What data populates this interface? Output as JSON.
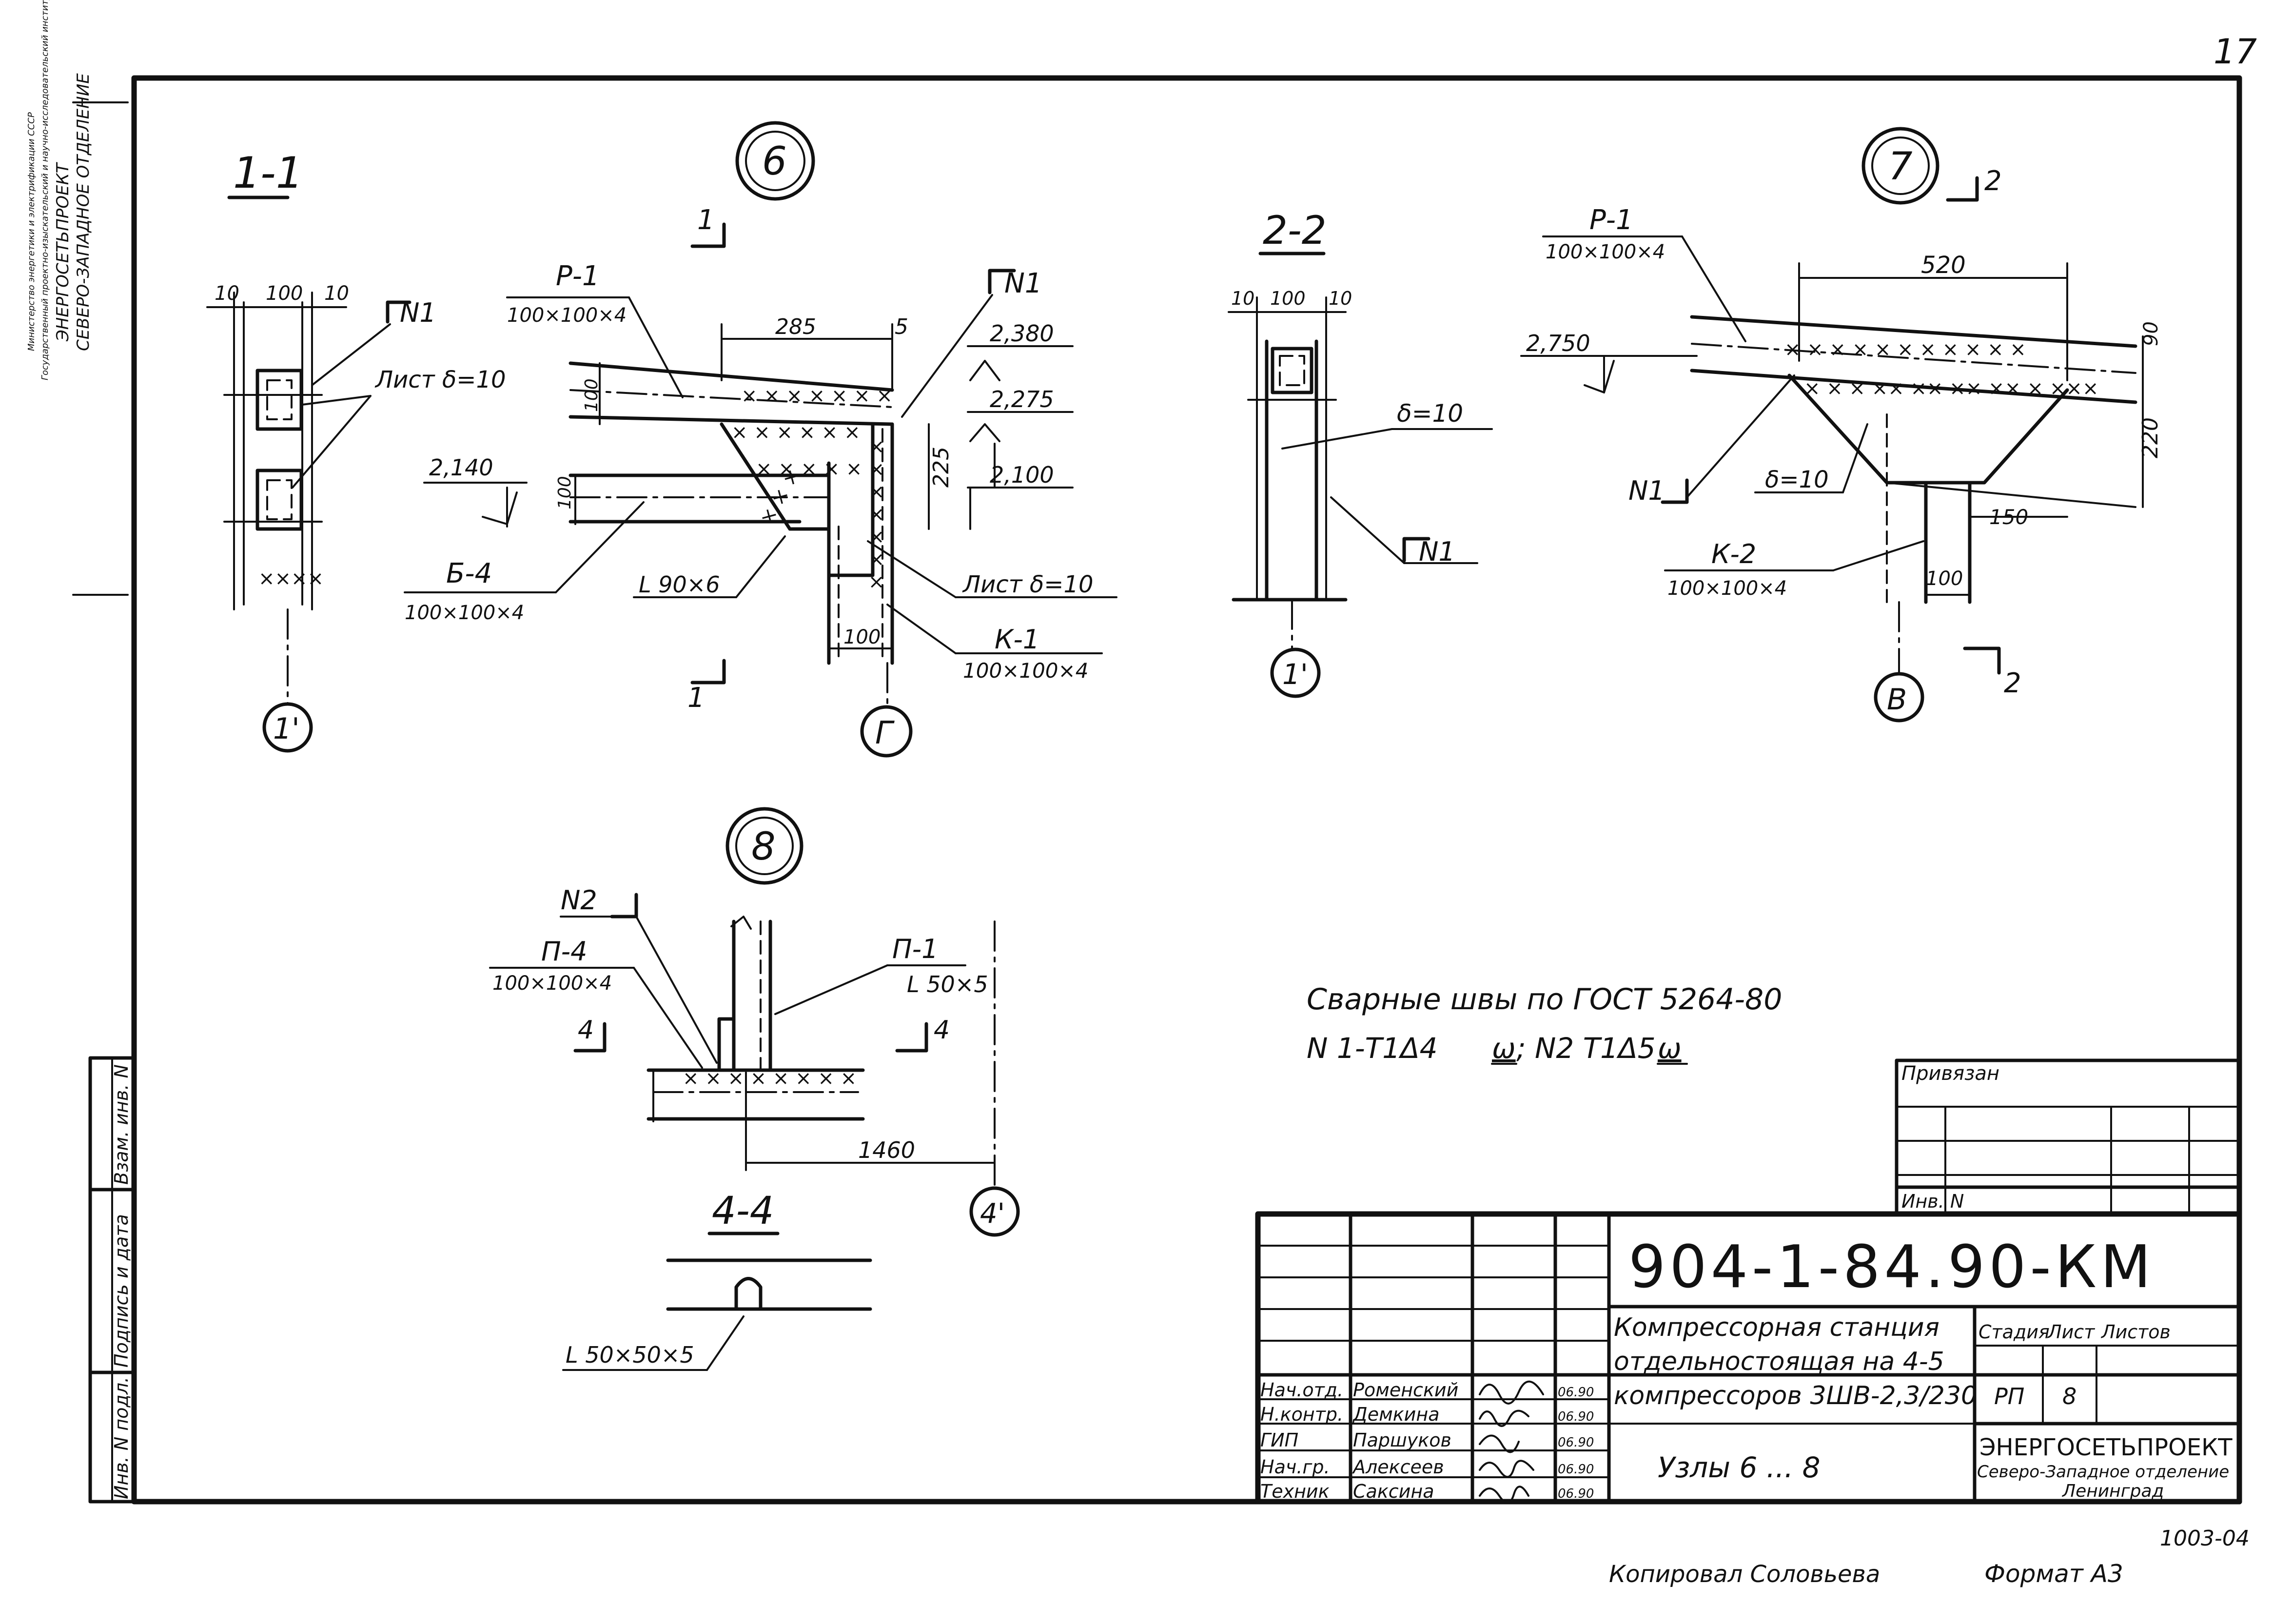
{
  "page_number": "17",
  "side_stamp": {
    "lines": [
      "Министерство энергетики и электрификации СССР",
      "Государственный проектно-изыскательский и научно-исследовательский институт",
      "ЭНЕРГОСЕТЬПРОЕКТ",
      "СЕВЕРО-ЗАПАДНОЕ ОТДЕЛЕНИЕ"
    ]
  },
  "left_strip": {
    "cells": [
      "Взам. инв. N",
      "Подпись и дата",
      "Инв. N подл."
    ]
  },
  "section_1_1": {
    "title": "1-1",
    "dims": [
      "10",
      "100",
      "10"
    ],
    "weld_mark": "N1",
    "sheet_label": "Лист δ=10",
    "axis": "1'"
  },
  "node_6": {
    "number": "6",
    "cut_label": "1",
    "beam_label": "Р-1",
    "beam_size": "100×100×4",
    "dim_top": "285",
    "dim_5": "5",
    "dim_100_a": "100",
    "dim_100_b": "100",
    "dim_225": "225",
    "weld_mark": "N1",
    "elev_1": "2,380",
    "elev_2": "2,275",
    "elev_3": "2,100",
    "elev_left": "2,140",
    "brace_label": "Б-4",
    "brace_size": "100×100×4",
    "angle_label": "L 90×6",
    "sheet_label": "Лист δ=10",
    "column_label": "К-1",
    "column_size": "100×100×4",
    "dim_col": "100",
    "axis": "Г"
  },
  "section_2_2": {
    "title": "2-2",
    "dims": [
      "10",
      "100",
      "10"
    ],
    "thickness": "δ=10",
    "weld_mark": "N1",
    "axis": "1'"
  },
  "node_7": {
    "number": "7",
    "cut_label": "2",
    "beam_label": "Р-1",
    "beam_size": "100×100×4",
    "dim_top": "520",
    "dim_90": "90",
    "dim_220": "220",
    "dim_150": "150",
    "dim_100": "100",
    "elev": "2,750",
    "weld_mark": "N1",
    "thickness": "δ=10",
    "column_label": "К-2",
    "column_size": "100×100×4",
    "axis": "В"
  },
  "node_8": {
    "number": "8",
    "weld_mark": "N2",
    "post_label": "П-4",
    "post_size": "100×100×4",
    "angle_label": "П-1",
    "angle_size": "L 50×5",
    "cut_label": "4",
    "dim": "1460",
    "axis": "4'"
  },
  "section_4_4": {
    "title": "4-4",
    "angle_size": "L 50×50×5"
  },
  "notes": {
    "line1": "Сварные швы по ГОСТ 5264-80",
    "line2": "N 1-Т1Δ4",
    "line2_u": "ω",
    "line2b": "; N2 Т1Δ5",
    "line2b_u": "ω"
  },
  "binding_box": {
    "title": "Привязан",
    "inv": "Инв. N"
  },
  "title_block": {
    "doc_code": "904-1-84.90-КМ",
    "description": [
      "Компрессорная станция",
      "отдельностоящая на 4-5",
      "компрессоров 3ШВ-2,3/230"
    ],
    "sheet_title": "Узлы 6 ... 8",
    "stage_header": "Стадия",
    "sheet_header": "Лист",
    "sheets_header": "Листов",
    "stage": "РП",
    "sheet": "8",
    "org": [
      "ЭНЕРГОСЕТЬПРОЕКТ",
      "Северо-Западное отделение",
      "Ленинград"
    ],
    "roles": [
      {
        "role": "Нач.отд.",
        "name": "Роменский",
        "date": "06.90"
      },
      {
        "role": "Н.контр.",
        "name": "Демкина",
        "date": "06.90"
      },
      {
        "role": "ГИП",
        "name": "Паршуков",
        "date": "06.90"
      },
      {
        "role": "Нач.гр.",
        "name": "Алексеев",
        "date": "06.90"
      },
      {
        "role": "Техник",
        "name": "Саксина",
        "date": "06.90"
      }
    ]
  },
  "footer": {
    "copied": "Копировал Соловьева",
    "format": "Формат А3",
    "code": "1003-04"
  }
}
